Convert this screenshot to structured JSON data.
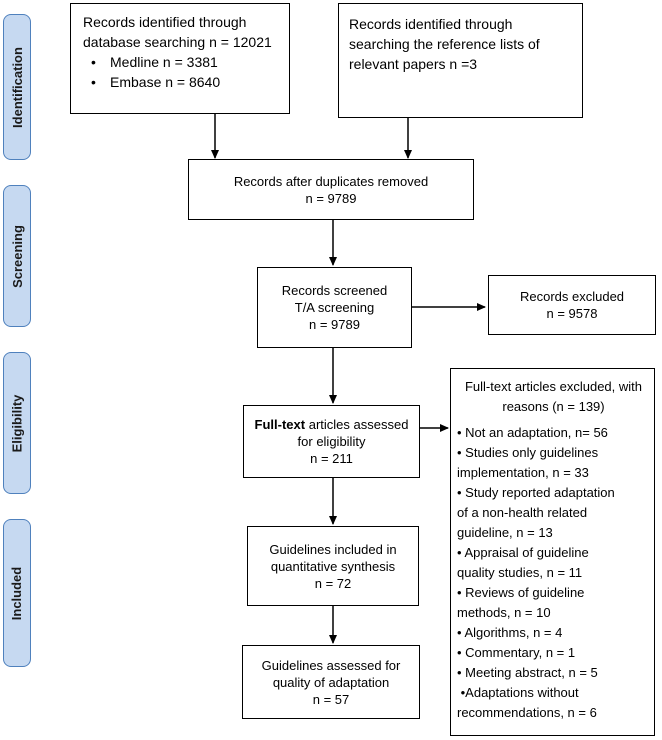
{
  "phases": {
    "identification": "Identification",
    "screening": "Screening",
    "eligibility": "Eligibility",
    "included": "Included"
  },
  "boxes": {
    "db_search": {
      "line1": "Records identified through",
      "line2": "database searching n = 12021",
      "items": [
        "Medline n = 3381",
        "Embase n = 8640"
      ]
    },
    "ref_lists": {
      "line1": "Records identified through",
      "line2": "searching the reference lists of",
      "line3": "relevant papers n =3"
    },
    "duplicates": {
      "line1": "Records after duplicates removed",
      "line2": "n = 9789"
    },
    "screened": {
      "line1": "Records screened",
      "line2": "T/A screening",
      "line3": "n = 9789"
    },
    "excluded": {
      "line1": "Records excluded",
      "line2": "n = 9578"
    },
    "fulltext": {
      "bold": "Full-text",
      "rest": " articles assessed",
      "line2": "for eligibility",
      "line3": "n = 211"
    },
    "fulltext_excluded": {
      "header1": "Full-text articles excluded, with",
      "header2": "reasons (n = 139)",
      "lines": [
        "• Not an adaptation, n= 56",
        "• Studies only guidelines",
        "implementation, n = 33",
        "• Study reported adaptation",
        "of a non-health related",
        "guideline, n = 13",
        "• Appraisal of guideline",
        "quality studies, n = 11",
        "• Reviews of guideline",
        "methods, n = 10",
        "• Algorithms, n = 4",
        "• Commentary, n = 1",
        "• Meeting abstract, n = 5",
        " •Adaptations without",
        "recommendations, n = 6"
      ]
    },
    "included_quant": {
      "line1": "Guidelines included in",
      "line2": "quantitative synthesis",
      "line3": "n = 72"
    },
    "quality": {
      "line1": "Guidelines assessed for",
      "line2": "quality of adaptation",
      "line3": "n = 57"
    }
  }
}
